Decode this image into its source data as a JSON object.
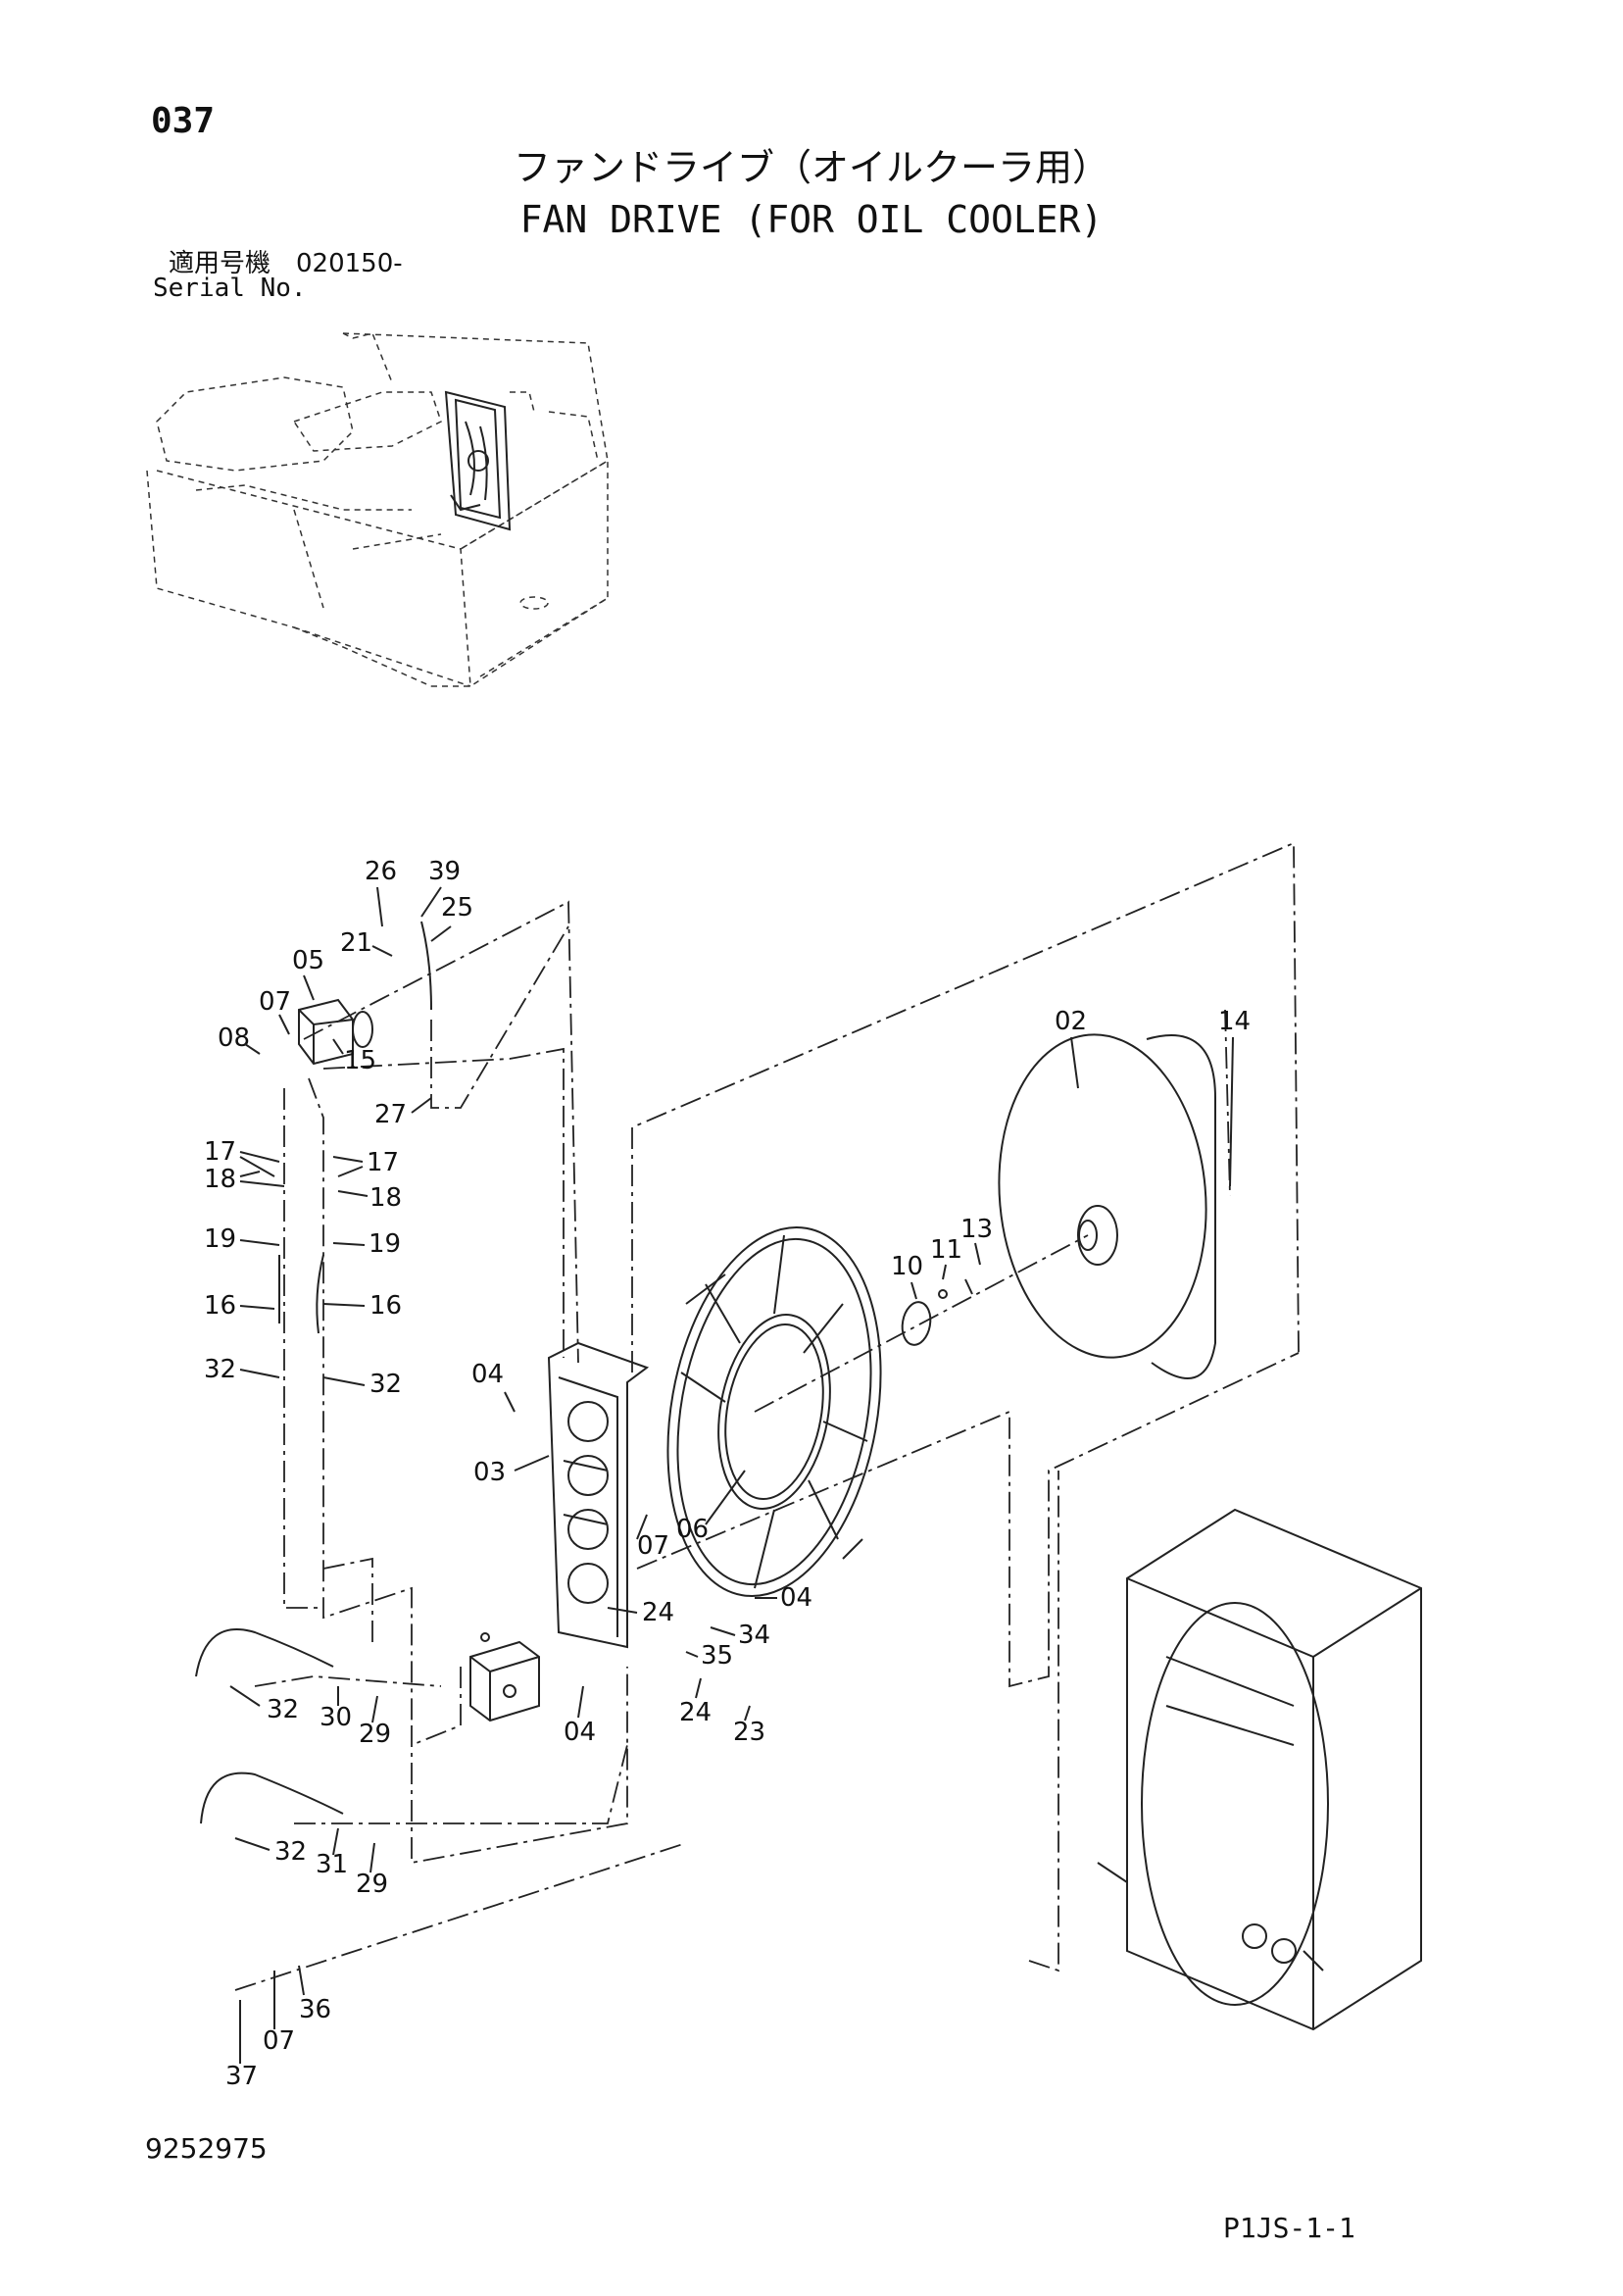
{
  "header": {
    "page_number": "037",
    "title_jp": "ファンドライブ（オイルクーラ用）",
    "title_en": "FAN DRIVE (FOR OIL COOLER)",
    "serial_label_jp": "適用号機　020150-",
    "serial_label_en": "Serial No."
  },
  "footer": {
    "document_number": "9252975",
    "sheet_id": "P1JS-1-1"
  },
  "part_labels": {
    "p26": "26",
    "p39": "39",
    "p25": "25",
    "p21": "21",
    "p05": "05",
    "p07a": "07",
    "p08": "08",
    "p15": "15",
    "p27": "27",
    "p17a": "17",
    "p17b": "17",
    "p18a": "18",
    "p18b": "18",
    "p19a": "19",
    "p19b": "19",
    "p16a": "16",
    "p16b": "16",
    "p32a": "32",
    "p32b": "32",
    "p04a": "04",
    "p03": "03",
    "p07b": "07",
    "p06": "06",
    "p24a": "24",
    "p04b": "04",
    "p34": "34",
    "p35": "35",
    "p24b": "24",
    "p23": "23",
    "p04c": "04",
    "p32c": "32",
    "p30": "30",
    "p29a": "29",
    "p32d": "32",
    "p31": "31",
    "p29b": "29",
    "p36": "36",
    "p07c": "07",
    "p37": "37",
    "p02": "02",
    "p14": "14",
    "p13": "13",
    "p11": "11",
    "p10": "10"
  }
}
